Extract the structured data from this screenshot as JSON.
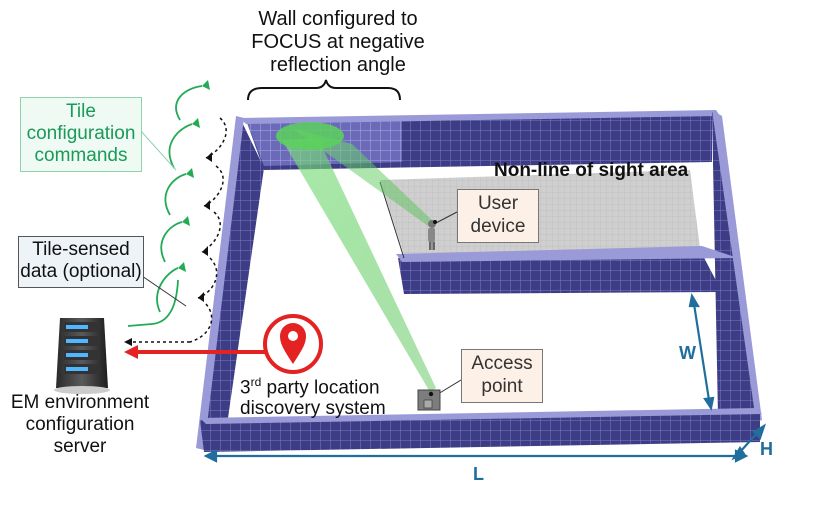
{
  "title": "Wall configured to FOCUS at negative reflection angle",
  "title_lines": [
    "Wall configured to",
    "FOCUS at negative",
    "reflection angle"
  ],
  "tile_config_commands": [
    "Tile",
    "configuration",
    "commands"
  ],
  "tile_sensed_data": [
    "Tile-sensed",
    "data (optional)"
  ],
  "non_los_area": "Non-line of sight area",
  "user_device": [
    "User",
    "device"
  ],
  "access_point": [
    "Access",
    "point"
  ],
  "third_party": {
    "sup_prefix": "3",
    "sup": "rd",
    "line1_rest": " party location",
    "line2": "discovery system"
  },
  "server_label": [
    "EM environment",
    "configuration",
    "server"
  ],
  "dimensions": {
    "width": "W",
    "height": "H",
    "length": "L"
  },
  "colors": {
    "wall": "#3d3d85",
    "wall_grid": "#8a8ad0",
    "floor_nlos": "#cccccc",
    "beam": "#4fca4f",
    "command_arrow": "#22aa55",
    "location_pin": "#e52222",
    "dimension": "#1f6e9e"
  },
  "icons": [
    "server-icon",
    "location-pin-icon",
    "user-figure-icon",
    "access-point-icon"
  ]
}
